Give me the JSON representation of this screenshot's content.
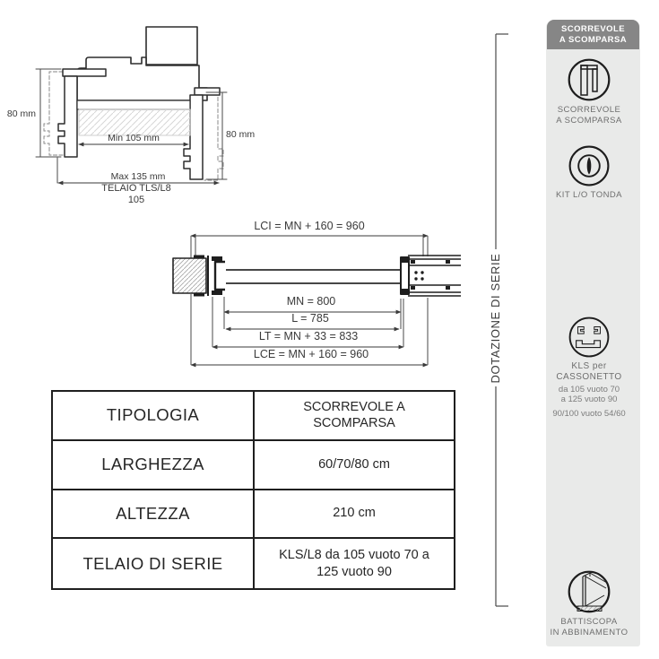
{
  "colors": {
    "accent_gray": "#868686",
    "panel_bg": "#e9eae9",
    "line_dark": "#2d2d2d",
    "label_gray": "#6e6e6e"
  },
  "vertical_section": {
    "dim_left": "80 mm",
    "dim_right": "80 mm",
    "dim_min": "Min 105 mm",
    "dim_max": "Max 135 mm",
    "caption_line1": "TELAIO TLS/L8",
    "caption_line2": "105"
  },
  "horizontal_section": {
    "dim_lci": "LCI = MN + 160 = 960",
    "dim_mn": "MN = 800",
    "dim_l": "L = 785",
    "dim_lt": "LT = MN + 33 = 833",
    "dim_lce": "LCE = MN + 160 = 960"
  },
  "spec_table": {
    "rows": [
      {
        "label": "TIPOLOGIA",
        "value": "SCORREVOLE A\nSCOMPARSA"
      },
      {
        "label": "LARGHEZZA",
        "value": "60/70/80 cm"
      },
      {
        "label": "ALTEZZA",
        "value": "210 cm"
      },
      {
        "label": "TELAIO DI SERIE",
        "value": "KLS/L8 da 105 vuoto 70 a\n125 vuoto 90"
      }
    ]
  },
  "bracket_label": "DOTAZIONE DI SERIE",
  "sidebar": {
    "header": "SCORREVOLE\nA SCOMPARSA",
    "items": [
      {
        "icon": "pocket-sliding-door-icon",
        "label": "SCORREVOLE\nA SCOMPARSA"
      },
      {
        "icon": "round-lock-kit-icon",
        "label": "KIT L/O TONDA"
      },
      {
        "icon": "frame-profiles-icon",
        "label": "KLS per CASSONETTO",
        "sub1": "da 105 vuoto 70\na 125 vuoto 90",
        "sub2": "90/100 vuoto 54/60"
      },
      {
        "icon": "skirting-board-icon",
        "label": "BATTISCOPA\nIN ABBINAMENTO"
      }
    ]
  }
}
